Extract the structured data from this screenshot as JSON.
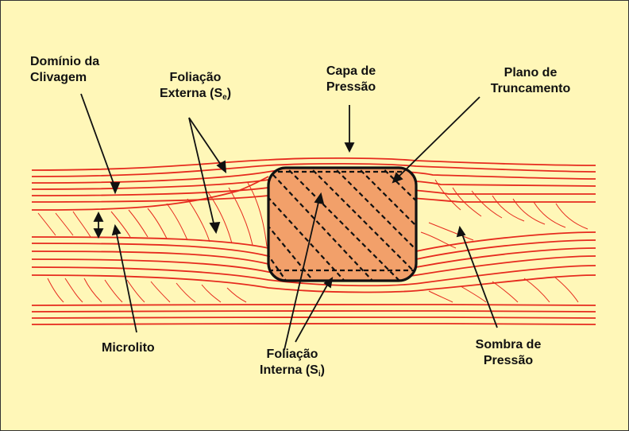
{
  "labels": {
    "dominio_line1": "Domínio da",
    "dominio_line2": "Clivagem",
    "foliacao_externa_line1": "Foliação",
    "foliacao_externa_line2_prefix": "Externa (S",
    "foliacao_externa_subscript": "e",
    "foliacao_externa_line2_suffix": ")",
    "capa_line1": "Capa de",
    "capa_line2": "Pressão",
    "plano_line1": "Plano de",
    "plano_line2": "Truncamento",
    "microlito": "Microlito",
    "foliacao_interna_line1": "Foliação",
    "foliacao_interna_line2_prefix": "Interna (S",
    "foliacao_interna_subscript": "i",
    "foliacao_interna_line2_suffix": ")",
    "sombra_line1": "Sombra de",
    "sombra_line2": "Pressão"
  },
  "colors": {
    "background": "#fff7b8",
    "foliation_red": "#e62b1e",
    "porphyroblast_fill": "#f2a06a",
    "outline_black": "#111111"
  }
}
